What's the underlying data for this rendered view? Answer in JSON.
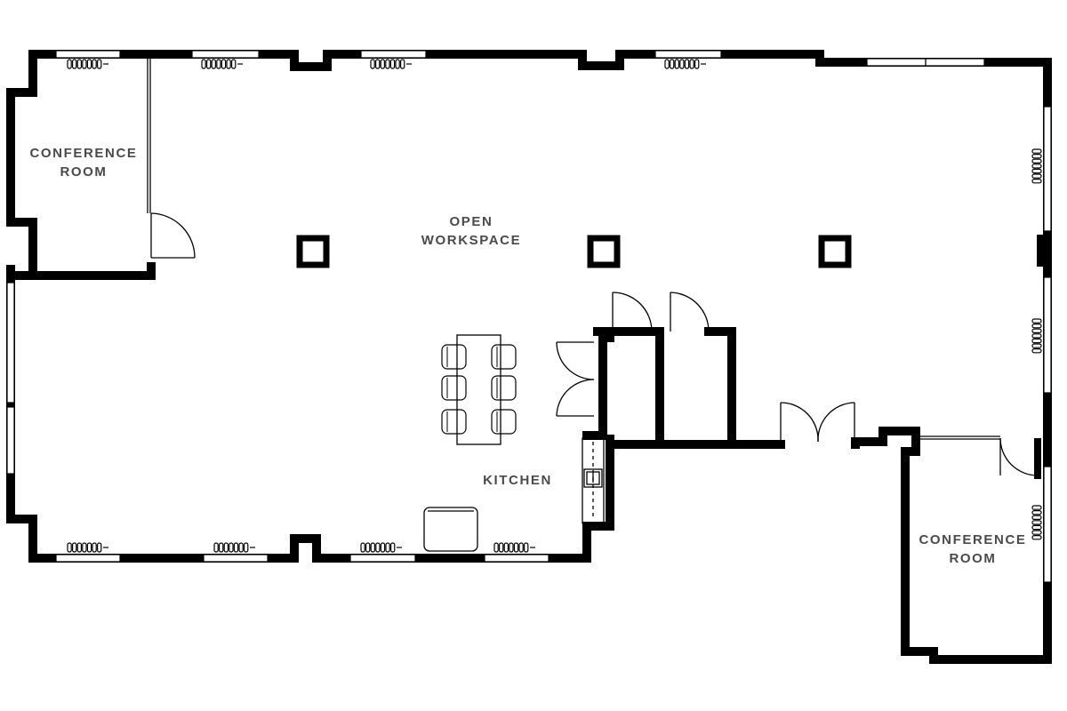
{
  "rooms": {
    "conference_left": {
      "line1": "CONFERENCE",
      "line2": "ROOM"
    },
    "open_workspace": {
      "line1": "OPEN",
      "line2": "WORKSPACE"
    },
    "kitchen": {
      "line1": "KITCHEN"
    },
    "conference_right": {
      "line1": "CONFERENCE",
      "line2": "ROOM"
    }
  },
  "colors": {
    "wall": "#000000",
    "label": "#4a4a4a",
    "background": "#ffffff"
  }
}
